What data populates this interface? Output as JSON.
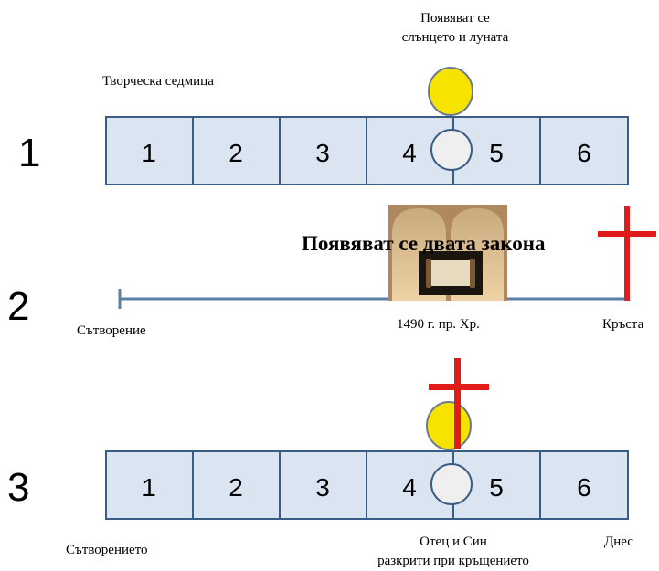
{
  "top_caption": {
    "line1": "Появяват се",
    "line2": "слънцето и луната"
  },
  "row1": {
    "number": "1",
    "label": "Творческа седмица",
    "cells": [
      "1",
      "2",
      "3",
      "4",
      "5",
      "6"
    ]
  },
  "row2": {
    "number": "2",
    "overlay_title": "Появяват се двата закона",
    "start_label": "Сътворение",
    "mid_label": "1490 г. пр. Хр.",
    "end_label": "Кръста"
  },
  "row3": {
    "number": "3",
    "cells": [
      "1",
      "2",
      "3",
      "4",
      "5",
      "6"
    ],
    "start_label": "Сътворението",
    "mid_label_line1": "Отец и Син",
    "mid_label_line2": "разкрити при кръщението",
    "end_label": "Днес"
  },
  "colors": {
    "cell_fill": "#dbe4f1",
    "cell_stroke": "#3a5d86",
    "sun": "#f7e300",
    "moon": "#efefef",
    "cross": "#e11a1a",
    "line": "#5a7fa6"
  }
}
